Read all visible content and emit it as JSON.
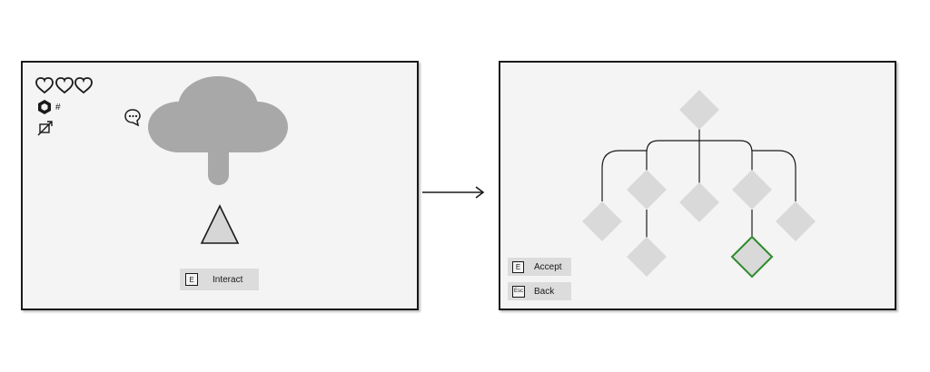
{
  "left_panel": {
    "hearts_count": 3,
    "counter_label": "#",
    "interact_button": {
      "key": "E",
      "label": "Interact"
    }
  },
  "right_panel": {
    "accept_button": {
      "key": "E",
      "label": "Accept"
    },
    "back_button": {
      "key": "Esc",
      "label": "Back"
    },
    "selected_node": "node-lower-right",
    "selected_color": "#2e8b2e",
    "node_color": "#d9d9d9"
  }
}
